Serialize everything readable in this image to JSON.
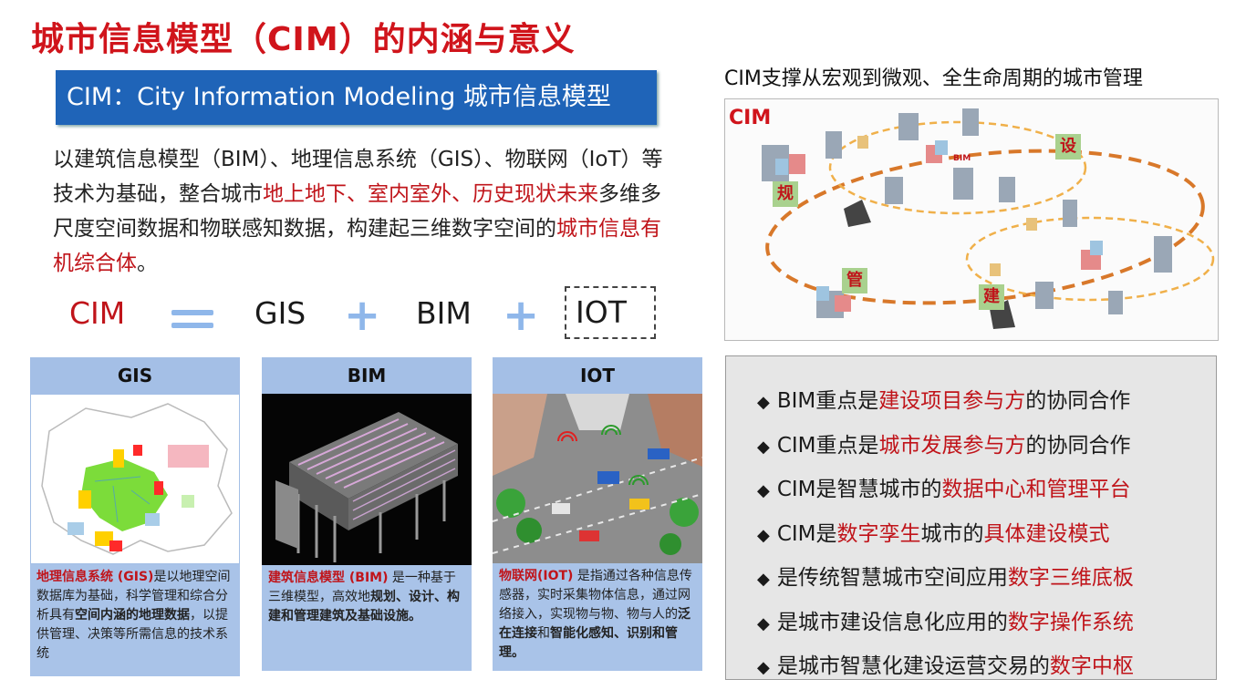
{
  "title": "城市信息模型（CIM）的内涵与意义",
  "subtitle": "CIM：City Information Modeling 城市信息模型",
  "intro": {
    "p1": "以建筑信息模型（BIM）、地理信息系统（GIS）、物联网（IoT）等技术为基础，整合城市",
    "r1": "地上地下、室内室外、历史现状未来",
    "p2": "多维多尺度空间数据和物联感知数据，构建起三维数字空间的",
    "r2": "城市信息有机综合体",
    "p3": "。"
  },
  "formula": {
    "cim": "CIM",
    "gis": "GIS",
    "bim": "BIM",
    "iot": "IOT"
  },
  "cards": {
    "gis": {
      "title": "GIS",
      "d_r1": "地理信息系统 (GIS)",
      "d_t1": "是以地理空间数据库为基础，科学管理和综合分析具有",
      "d_b1": "空间内涵的地理数据",
      "d_t2": "，以提供管理、决策等所需信息的技术系统"
    },
    "bim": {
      "title": "BIM",
      "d_r1": "建筑信息模型 (BIM)",
      "d_t1": " 是一种基于三维模型，高效地",
      "d_b1": "规划、设计、构建和管理",
      "d_b2": "建筑及基础设施。"
    },
    "iot": {
      "title": "IOT",
      "d_r1": "物联网(IOT)",
      "d_t1": " 是指通过各种信息传感器，实时采集物体信息，通过网络接入，实现物与物、物与人的",
      "d_b1": "泛在连接",
      "d_t2": "和",
      "d_b2": "智能化感知、识别和管理。"
    }
  },
  "right": {
    "caption": "CIM支撑从宏观到微观、全生命周期的城市管理",
    "cim_label": "CIM",
    "stage_plan": "规",
    "stage_design": "设",
    "stage_manage": "管",
    "stage_build": "建",
    "bim_tag": "BIM"
  },
  "bullets": [
    {
      "pre": "BIM重点是",
      "red": "建设项目参与方",
      "post": "的协同合作"
    },
    {
      "pre": "CIM重点是",
      "red": "城市发展参与方",
      "post": "的协同合作"
    },
    {
      "pre": "CIM是智慧城市的",
      "red": "数据中心和管理平台",
      "post": ""
    },
    {
      "pre": "CIM是",
      "red": "数字孪生",
      "post": "城市的",
      "red2": "具体建设模式"
    },
    {
      "pre": "是传统智慧城市空间应用",
      "red": "数字三维底板",
      "post": ""
    },
    {
      "pre": "是城市建设信息化应用的",
      "red": "数字操作系统",
      "post": ""
    },
    {
      "pre": "是城市智慧化建设运营交易的",
      "red": "数字中枢",
      "post": ""
    }
  ],
  "bullet_marker": "◆",
  "colors": {
    "accent_red": "#c0141a",
    "title_red": "#d0141b",
    "blue_bar": "#1f64b8",
    "card_blue": "#a9c3e8"
  }
}
